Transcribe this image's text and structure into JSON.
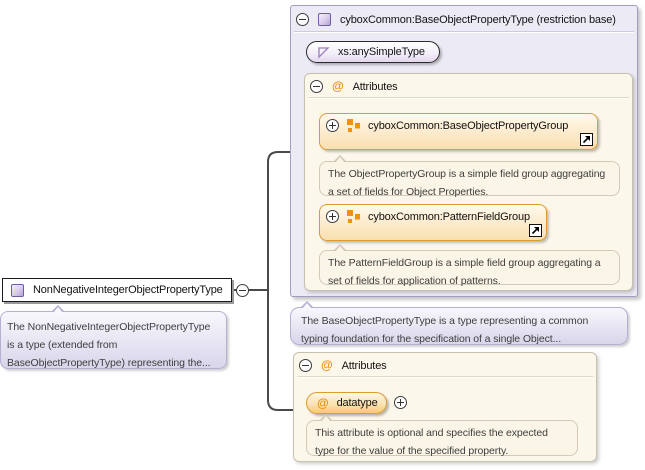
{
  "main_type": {
    "label": "NonNegativeIntegerObjectPropertyType",
    "annotation": "The NonNegativeIntegerObjectPropertyType is a type (extended from BaseObjectPropertyType) representing the..."
  },
  "base_panel": {
    "title": "cyboxCommon:BaseObjectPropertyType (restriction base)",
    "base_type_label": "xs:anySimpleType",
    "attributes_title": "Attributes",
    "attribute_groups": [
      {
        "label": "cyboxCommon:BaseObjectPropertyGroup",
        "annotation": "The ObjectPropertyGroup is a simple field group aggregating a set of fields for Object Properties."
      },
      {
        "label": "cyboxCommon:PatternFieldGroup",
        "annotation": "The PatternFieldGroup is a simple field group aggregating a set of fields for application of patterns."
      }
    ],
    "annotation": "The BaseObjectPropertyType is a type representing a common typing foundation for the specification of a single Object..."
  },
  "attributes_panel": {
    "title": "Attributes",
    "attributes": [
      {
        "name": "datatype",
        "annotation": "This attribute is optional and specifies the expected type for the value of the specified property."
      }
    ]
  },
  "icons": {
    "attribute": "@",
    "collapse": "minus-circle",
    "expand": "plus-circle",
    "link_arrow": "arrow-up-right",
    "complex_type": "purple-square",
    "simple_type": "purple-triangle",
    "attribute_group": "orange-squares"
  },
  "colors": {
    "lavender_panel_bg": "#ECEAF5",
    "lavender_panel_border": "#A49CC0",
    "cream_section_bg": "#FCF7EB",
    "cream_section_border": "#C8C1AE",
    "orange_border": "#DB9C34",
    "orange_accent": "#E89114",
    "callout_border": "#B5AFD2",
    "type_icon_purple": "#B5A2D6",
    "connector_line": "#4A4A4A"
  }
}
